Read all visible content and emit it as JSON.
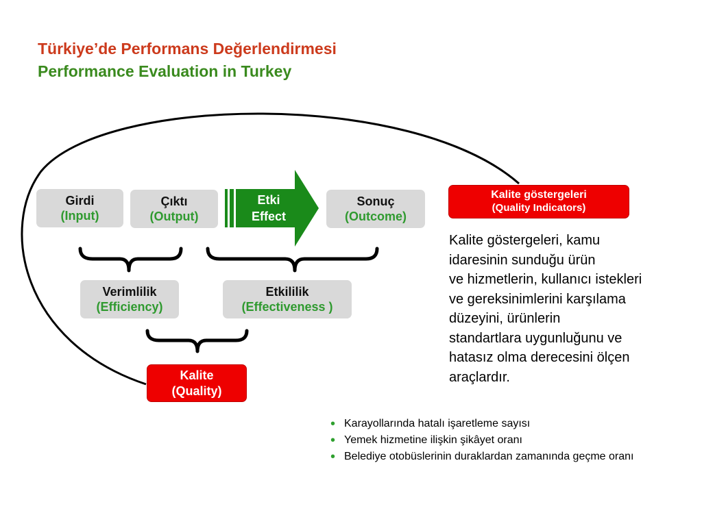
{
  "title": {
    "line1": "Türkiye’de Performans Değerlendirmesi",
    "line2": "Performance Evaluation in Turkey"
  },
  "colors": {
    "title_red": "#cc3a1c",
    "title_green": "#3a8a1e",
    "box_grey": "#d9d9d9",
    "box_red": "#ee0000",
    "arrow_green": "#1a8a1a",
    "sub_label_green": "#2f9a2f"
  },
  "nodes": {
    "girdi": {
      "label": "Girdi",
      "sub": "(Input)"
    },
    "cikti": {
      "label": "Çıktı",
      "sub": "(Output)"
    },
    "etki": {
      "label": "Etki",
      "sub": "Effect"
    },
    "sonuc": {
      "label": "Sonuç",
      "sub": "(Outcome)"
    },
    "verimlilik": {
      "label": "Verimlilik",
      "sub": "(Efficiency)"
    },
    "etkililik": {
      "label": "Etkililik",
      "sub": "(Effectiveness )"
    },
    "kalite": {
      "label": "Kalite",
      "sub": "(Quality)"
    },
    "kalite_gostergeleri": {
      "label": "Kalite göstergeleri",
      "sub": "(Quality Indicators)"
    }
  },
  "description_lines": [
    "Kalite göstergeleri, kamu",
    "idaresinin sunduğu ürün",
    "ve hizmetlerin, kullanıcı istekleri",
    "ve gereksinimlerini karşılama",
    "düzeyini, ürünlerin",
    "standartlara uygunluğunu ve",
    "hatasız olma derecesini ölçen",
    "araçlardır."
  ],
  "examples": [
    "Karayollarında hatalı işaretleme sayısı",
    "Yemek hizmetine ilişkin şikâyet oranı",
    "Belediye otobüslerinin duraklardan zamanında geçme oranı"
  ]
}
